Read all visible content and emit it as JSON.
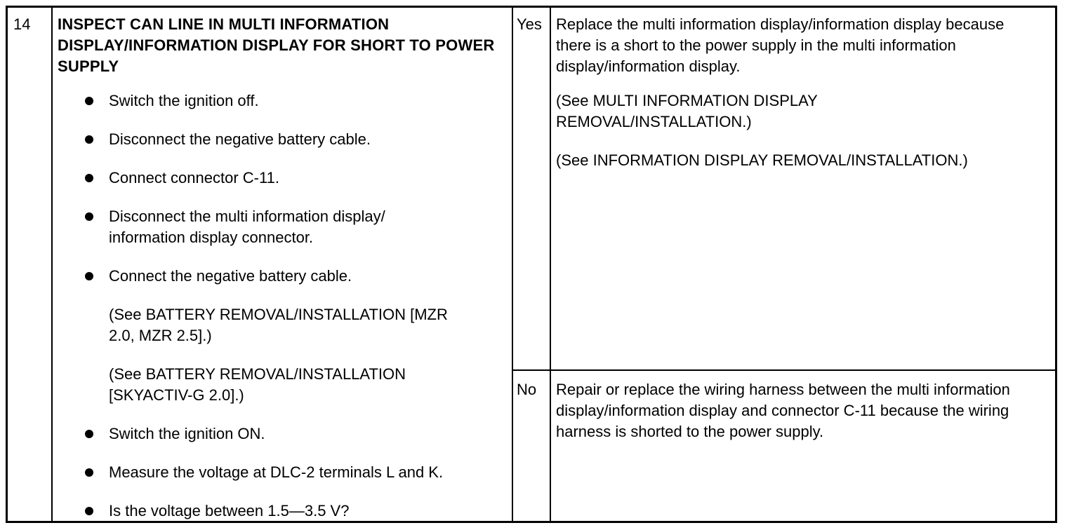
{
  "step": {
    "number": "14",
    "title": "INSPECT CAN LINE IN MULTI INFORMATION DISPLAY/INFORMATION DISPLAY FOR SHORT TO POWER SUPPLY",
    "bullets": [
      "Switch the ignition off.",
      "Disconnect the negative battery cable.",
      "Connect connector C-11.",
      "Disconnect the multi information display/ information display connector.",
      "Connect the negative battery cable.",
      "Switch the ignition ON.",
      "Measure the voltage at DLC-2 terminals L and K.",
      "Is the voltage between 1.5—3.5 V?"
    ],
    "references": [
      "(See BATTERY REMOVAL/INSTALLATION [MZR 2.0, MZR 2.5].)",
      "(See BATTERY REMOVAL/INSTALLATION [SKYACTIV-G 2.0].)"
    ]
  },
  "yes": {
    "label": "Yes",
    "action": "Replace the multi information display/information display because there is a short to the power supply in the multi information display/information display.",
    "references": [
      "(See MULTI INFORMATION DISPLAY REMOVAL/INSTALLATION.)",
      "(See INFORMATION DISPLAY REMOVAL/INSTALLATION.)"
    ]
  },
  "no": {
    "label": "No",
    "action": "Repair or replace the wiring harness between the multi information display/information display and connector C-11 because the wiring harness is shorted to the power supply."
  }
}
